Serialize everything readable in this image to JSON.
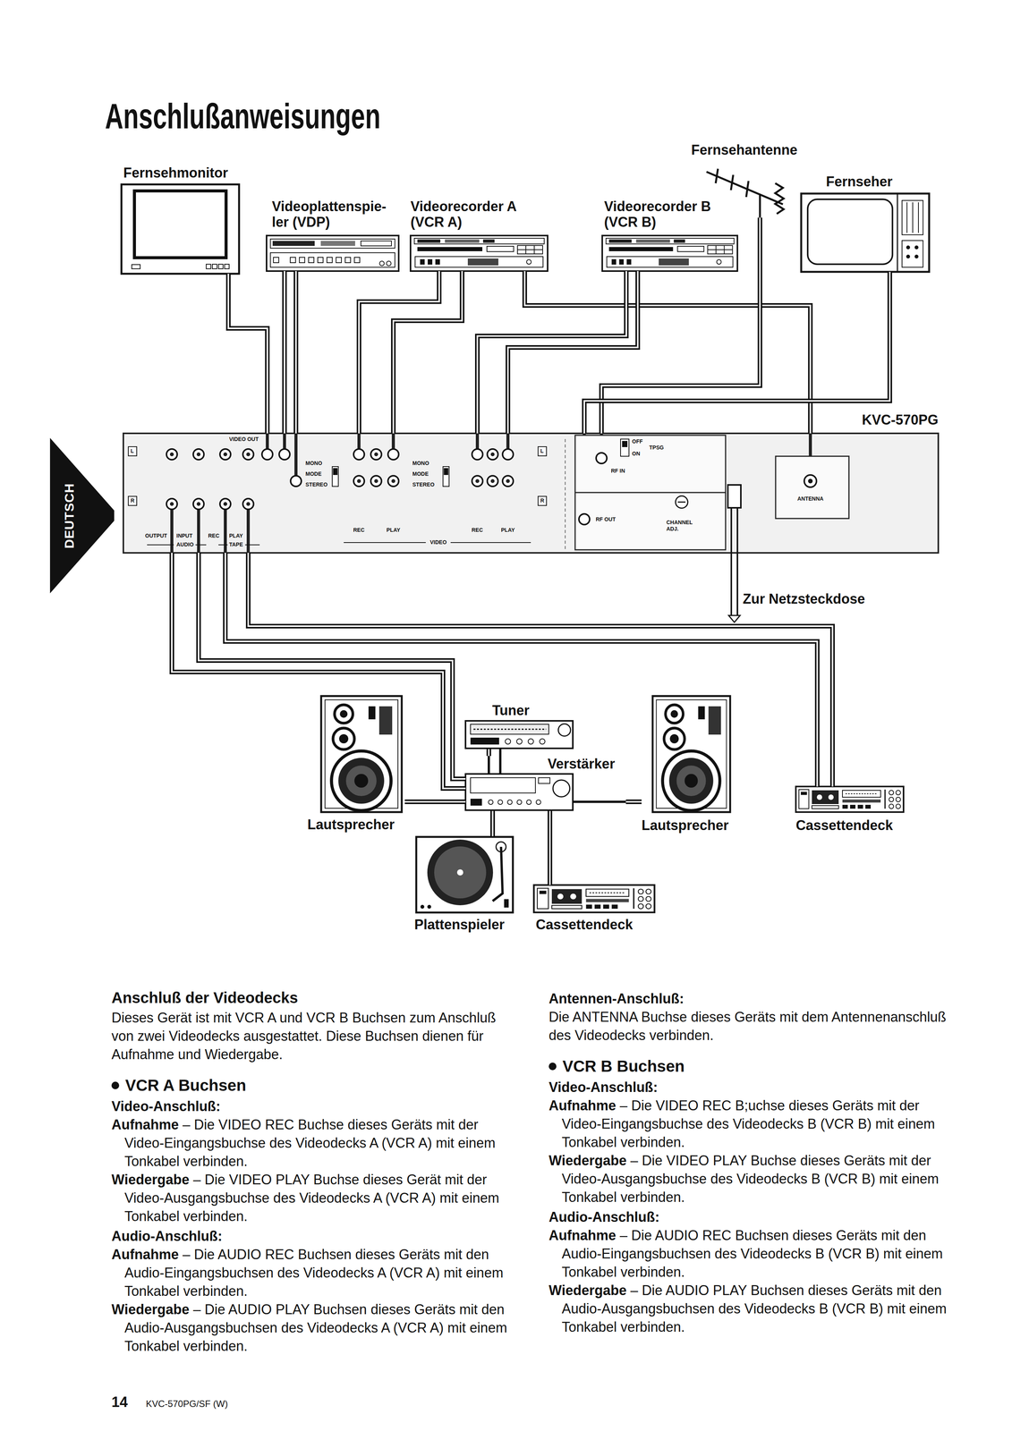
{
  "diagram": {
    "title": "Anschlußanweisungen",
    "nodes": [
      {
        "text": [
          "Fernsehmonitor"
        ]
      },
      {
        "text": [
          "Fernsehantenne"
        ]
      },
      {
        "text": [
          "Fernseher"
        ]
      },
      {
        "text": [
          "Videoplattenspie- ler (VDP)"
        ]
      },
      {
        "text": [
          "Videorecorder A (VCR A)"
        ]
      },
      {
        "text": [
          "Videorecorder B (VCR B)"
        ]
      },
      {
        "text": [
          "KVC-570PG"
        ]
      },
      {
        "text": [
          "Tuner"
        ]
      },
      {
        "text": [
          "Verstärker"
        ]
      },
      {
        "text": [
          "Lautsprecher"
        ]
      },
      {
        "text": [
          "Lautsprecher"
        ]
      },
      {
        "text": [
          "Cassettendeck"
        ]
      },
      {
        "text": [
          "Plattenspieler"
        ]
      },
      {
        "text": [
          "Cassettendeck"
        ]
      },
      {
        "text": [
          "DEUTSCH"
        ]
      }
    ],
    "edges": [
      {
        "from": 0,
        "to": 6,
        "arrow": "none"
      },
      {
        "from": 3,
        "to": 6,
        "arrow": "none"
      },
      {
        "from": 3,
        "to": 6,
        "arrow": "none"
      },
      {
        "from": 4,
        "to": 6,
        "arrow": "none"
      },
      {
        "from": 4,
        "to": 6,
        "arrow": "none"
      },
      {
        "from": 4,
        "to": 6,
        "arrow": "none"
      },
      {
        "from": 5,
        "to": 6,
        "arrow": "none"
      },
      {
        "from": 5,
        "to": 6,
        "arrow": "none"
      },
      {
        "from": 1,
        "to": 6,
        "arrow": "none"
      },
      {
        "from": 6,
        "to": 2,
        "arrow": "none"
      },
      {
        "from": 6,
        "to": 8,
        "arrow": "none"
      },
      {
        "from": 6,
        "to": 8,
        "arrow": "none"
      },
      {
        "from": 6,
        "to": 11,
        "arrow": "none"
      },
      {
        "from": 6,
        "to": 11,
        "arrow": "none"
      },
      {
        "from": 8,
        "to": 7,
        "arrow": "none"
      },
      {
        "from": 8,
        "to": 9,
        "arrow": "none"
      },
      {
        "from": 8,
        "to": 10,
        "arrow": "none"
      },
      {
        "from": 8,
        "to": 12,
        "arrow": "none"
      },
      {
        "from": 8,
        "to": 13,
        "arrow": "none"
      }
    ],
    "labels": [
      "Zur Netzsteckdose",
      "VIDEO OUT",
      "L",
      "R",
      "OUTPUT",
      "INPUT",
      "AUDIO",
      "REC",
      "PLAY",
      "TAPE",
      "MONO",
      "MODE",
      "STEREO",
      "REC",
      "PLAY",
      "MONO",
      "MODE",
      "STEREO",
      "REC",
      "PLAY",
      "VIDEO",
      "L",
      "R",
      "OFF",
      "TPSG",
      "ON",
      "RF IN",
      "RF OUT",
      "CHANNEL ADJ.",
      "ANTENNA",
      "Anschluß der Videodecks",
      "Dieses Gerät ist mit VCR A und VCR B Buchsen zum Anschluß von zwei Videodecks ausgestattet. Diese Buchsen dienen für Aufnahme und Wiedergabe.",
      "VCR A Buchsen",
      "Video-Anschluß:",
      "Aufnahme",
      "– Die VIDEO REC Buchse dieses Geräts mit der Video-Eingangsbuchse des Videodecks A (VCR A) mit einem Tonkabel verbinden.",
      "Wiedergabe",
      "– Die VIDEO PLAY Buchse dieses Gerät mit der Video-Ausgangsbuchse des Videodecks A (VCR A) mit einem Tonkabel verbinden.",
      "Audio-Anschluß:",
      "Aufnahme",
      "– Die AUDIO REC Buchsen dieses Geräts mit den Audio-Eingangsbuchsen des Videodecks A (VCR A) mit einem Tonkabel verbinden.",
      "Wiedergabe",
      "– Die AUDIO PLAY Buchsen dieses Geräts mit den Audio-Ausgangsbuchsen des Videodecks A (VCR A) mit einem Tonkabel verbinden.",
      "Antennen-Anschluß:",
      "Die ANTENNA Buchse dieses Geräts mit dem Antennenanschluß des Videodecks verbinden.",
      "VCR B Buchsen",
      "Video-Anschluß:",
      "Aufnahme",
      "– Die VIDEO REC B;uchse dieses Geräts mit der Video-Eingangsbuchse des Videodecks B (VCR B) mit einem Tonkabel verbinden.",
      "Wiedergabe",
      "– Die VIDEO PLAY Buchse dieses Geräts mit der Video-Ausgangsbuchse des Videodecks B (VCR B) mit einem Tonkabel verbinden.",
      "Audio-Anschluß:",
      "Aufnahme",
      "– Die AUDIO REC Buchsen dieses Geräts mit den Audio-Eingangsbuchsen des Videodecks B (VCR B) mit einem Tonkabel verbinden.",
      "Wiedergabe",
      "– Die AUDIO PLAY Buchsen dieses Geräts mit den Audio-Ausgangsbuchsen des Videodecks B (VCR B) mit einem Tonkabel verbinden.",
      "14",
      "KVC-570PG/SF (W)"
    ]
  }
}
